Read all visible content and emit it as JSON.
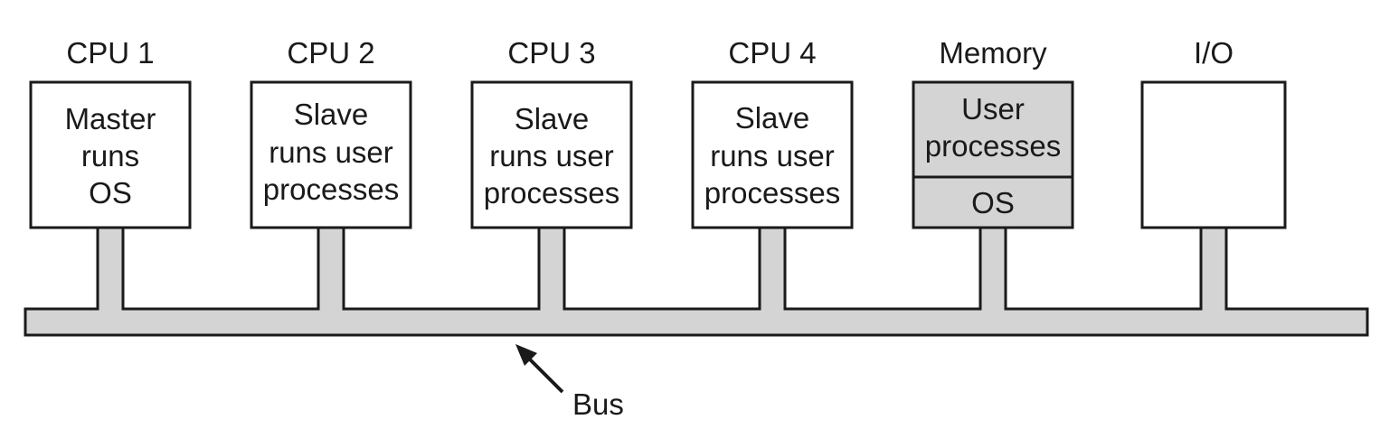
{
  "units": [
    {
      "label": "CPU 1",
      "lines": [
        "Master",
        "runs",
        "OS"
      ]
    },
    {
      "label": "CPU 2",
      "lines": [
        "Slave",
        "runs user",
        "processes"
      ]
    },
    {
      "label": "CPU 3",
      "lines": [
        "Slave",
        "runs user",
        "processes"
      ]
    },
    {
      "label": "CPU 4",
      "lines": [
        "Slave",
        "runs user",
        "processes"
      ]
    },
    {
      "label": "Memory",
      "upper_lines": [
        "User",
        "processes"
      ],
      "lower_lines": [
        "OS"
      ]
    },
    {
      "label": "I/O",
      "lines": []
    }
  ],
  "bus": {
    "label": "Bus"
  },
  "colors": {
    "line": "#1a1a1a",
    "bus_fill": "#d4d4d4",
    "memory_fill": "#d4d4d4",
    "box_fill": "#ffffff"
  }
}
